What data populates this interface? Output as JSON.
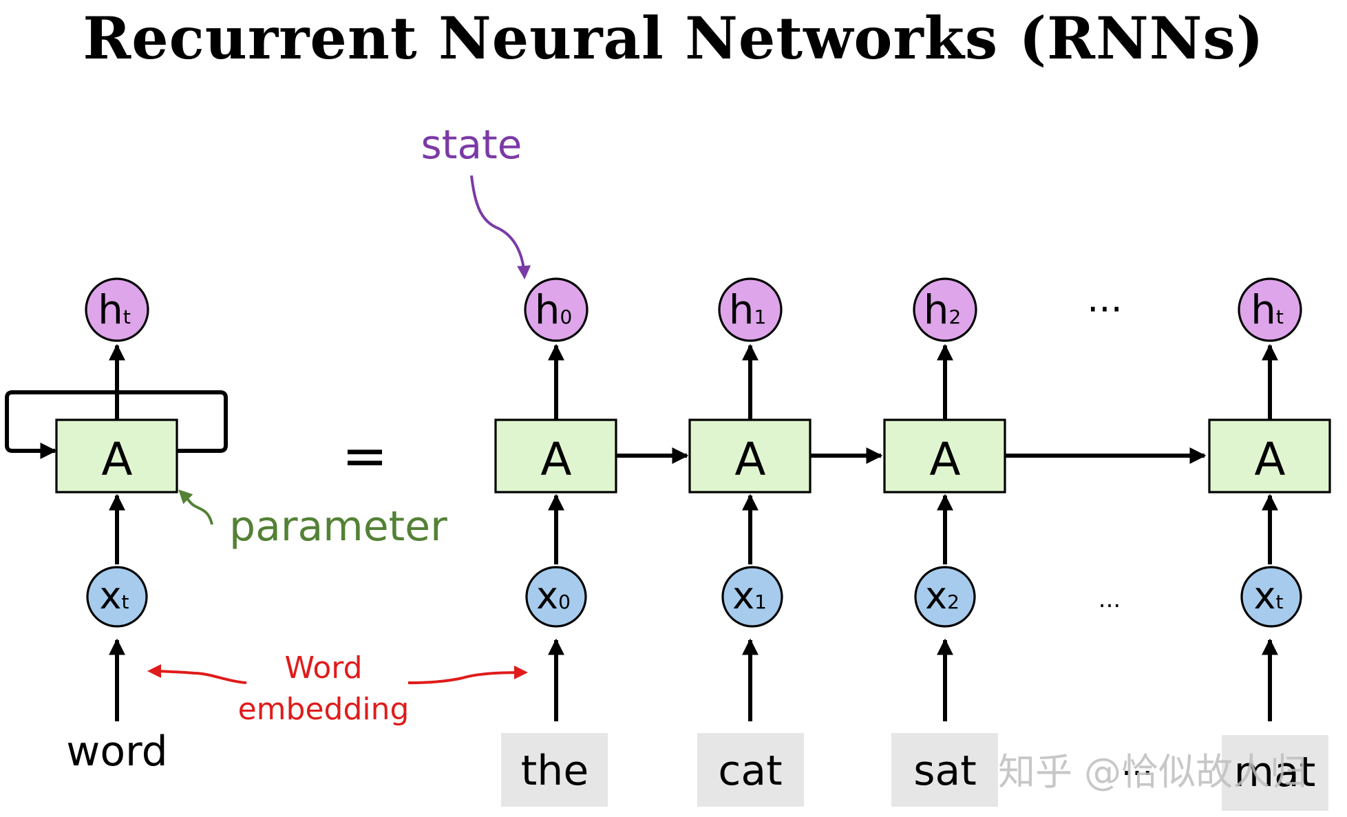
{
  "title": "Recurrent Neural Networks (RNNs)",
  "colors": {
    "cell_fill": "#dff5cf",
    "hidden_fill": "#dea5ea",
    "input_fill": "#a6cbec",
    "state_annotation": "#7b3aa5",
    "parameter_annotation": "#538135",
    "embedding_annotation": "#e01b1b",
    "token_background": "#e6e6e6"
  },
  "rolled": {
    "cell_label": "A",
    "hidden": {
      "symbol": "h",
      "subscript": "t"
    },
    "input": {
      "symbol": "x",
      "subscript": "t"
    },
    "word": "word"
  },
  "equals": "=",
  "unrolled": [
    {
      "cell_label": "A",
      "hidden": {
        "symbol": "h",
        "subscript": "0"
      },
      "input": {
        "symbol": "x",
        "subscript": "0"
      },
      "token": "the"
    },
    {
      "cell_label": "A",
      "hidden": {
        "symbol": "h",
        "subscript": "1"
      },
      "input": {
        "symbol": "x",
        "subscript": "1"
      },
      "token": "cat"
    },
    {
      "cell_label": "A",
      "hidden": {
        "symbol": "h",
        "subscript": "2"
      },
      "input": {
        "symbol": "x",
        "subscript": "2"
      },
      "token": "sat"
    },
    {
      "cell_label": "A",
      "hidden": {
        "symbol": "h",
        "subscript": "t"
      },
      "input": {
        "symbol": "x",
        "subscript": "t"
      },
      "token": "mat"
    }
  ],
  "ellipsis": {
    "hidden_row": "···",
    "input_row": "...",
    "token_row": "···"
  },
  "annotations": {
    "state": "state",
    "parameter": "parameter",
    "embedding_line1": "Word",
    "embedding_line2": "embedding"
  },
  "watermark": "知乎 @恰似故人归"
}
